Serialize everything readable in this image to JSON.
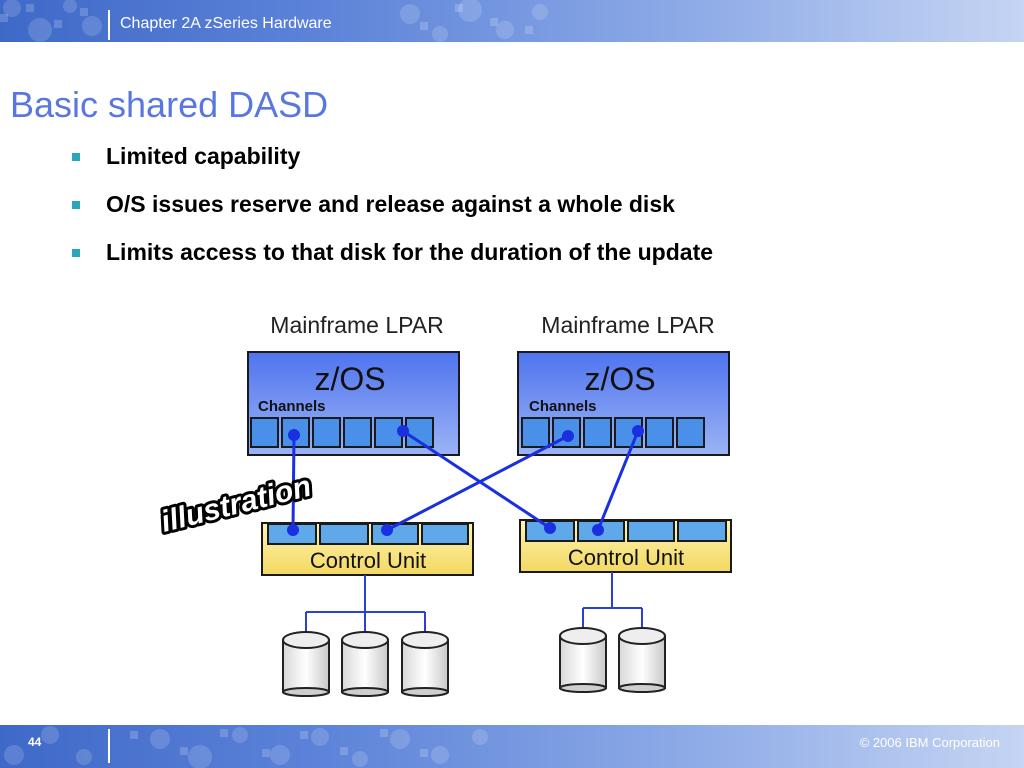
{
  "header": {
    "title": "Chapter 2A zSeries Hardware"
  },
  "slide": {
    "title": "Basic shared DASD",
    "bullets": [
      "Limited capability",
      "O/S issues reserve and release against a whole disk",
      "Limits access to that disk for the duration of the update"
    ]
  },
  "diagram": {
    "lpar_label": "Mainframe LPAR",
    "os_label": "z/OS",
    "channels_label": "Channels",
    "control_unit_label": "Control Unit",
    "stamp": "illustration"
  },
  "footer": {
    "page": "44",
    "copyright": "© 2006 IBM Corporation"
  },
  "colors": {
    "accent": "#5a77e0",
    "bullet": "#2ca6b8",
    "line": "#1a2fe0",
    "control_unit": "#f5e27a",
    "zos_box": "#6f8ff0"
  }
}
